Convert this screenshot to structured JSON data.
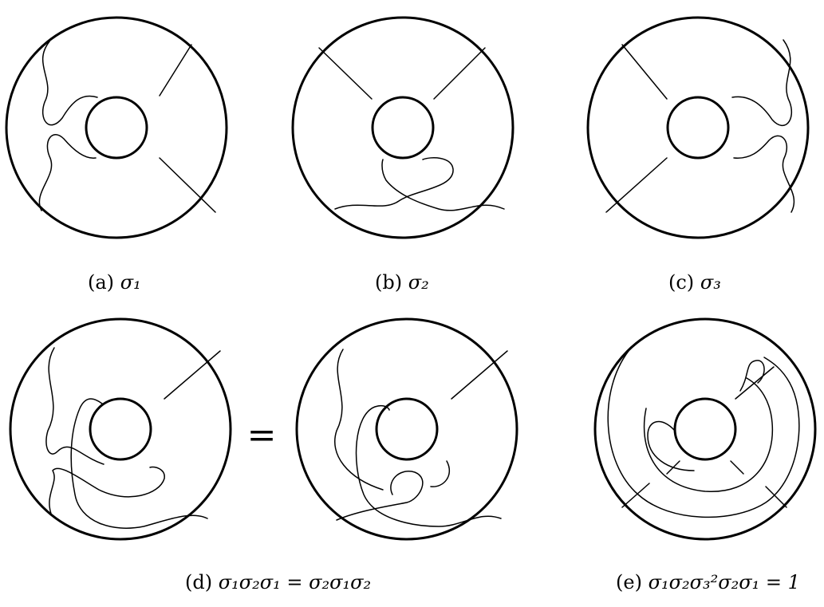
{
  "figures": [
    {
      "id": "a",
      "caption_label": "(a)",
      "caption_math": "σ₁"
    },
    {
      "id": "b",
      "caption_label": "(b)",
      "caption_math": "σ₂"
    },
    {
      "id": "c",
      "caption_label": "(c)",
      "caption_math": "σ₃"
    },
    {
      "id": "d",
      "caption_label": "(d)",
      "caption_math": "σ₁σ₂σ₁ = σ₂σ₁σ₂"
    },
    {
      "id": "e",
      "caption_label": "(e)",
      "caption_math": "σ₁σ₂σ₃²σ₂σ₁ = 1"
    }
  ],
  "equals_sign": "="
}
